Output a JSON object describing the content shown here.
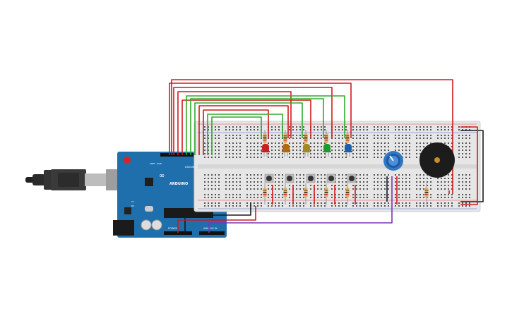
{
  "arduino": {
    "logo": "ARDUINO",
    "brand_mark": "∞",
    "label_digital": "DIGITAL",
    "label_power": "POWER",
    "label_analog": "ANALOG IN",
    "label_aref": "AREF",
    "label_gnd": "GND",
    "label_reset": "RESET",
    "label_tx": "TX",
    "label_rx": "RX"
  },
  "leds": [
    {
      "color": "#c8201f"
    },
    {
      "color": "#b06a10"
    },
    {
      "color": "#a28a22"
    },
    {
      "color": "#1f9a2c"
    },
    {
      "color": "#1c5fa8"
    }
  ],
  "wires": {
    "red": "#d11a1a",
    "green": "#2eaa2e",
    "black": "#1a1a1a",
    "purple": "#7b35b3"
  },
  "colors": {
    "arduino_board": "#1f6fad",
    "breadboard": "#e6e6e6",
    "buzzer": "#1c1c1c",
    "potentiometer": "#2f79c4"
  }
}
